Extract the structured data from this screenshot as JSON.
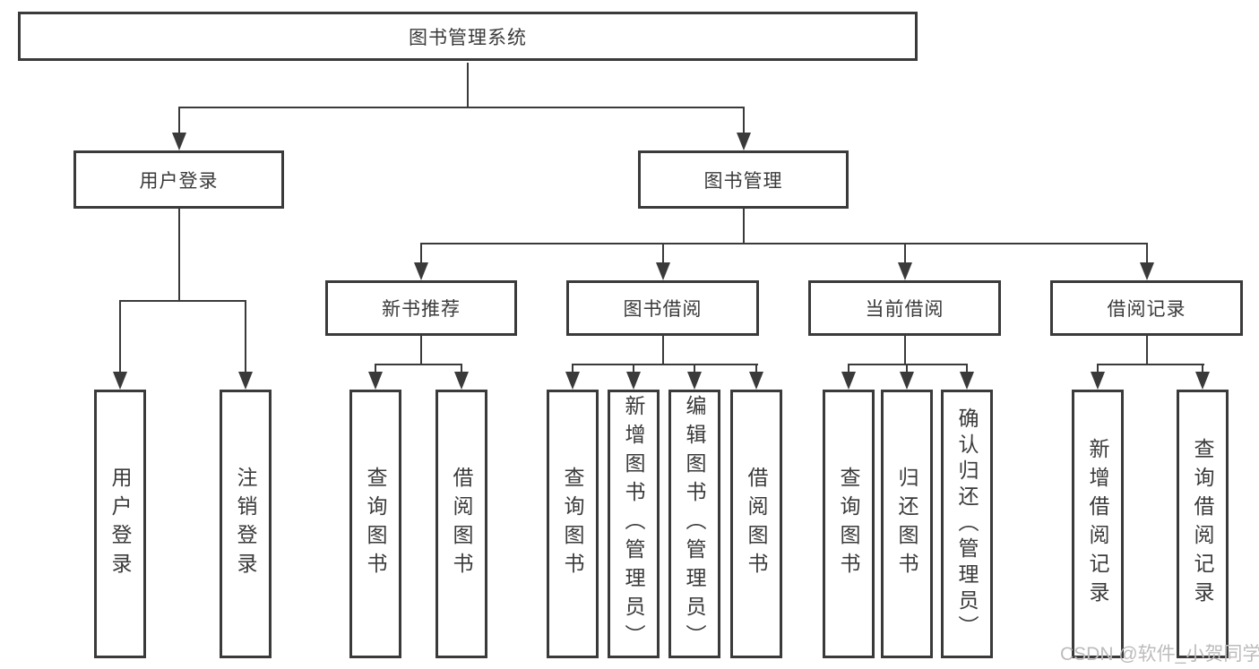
{
  "nodes": {
    "root": {
      "label": "图书管理系统"
    },
    "user_login": {
      "label": "用户登录"
    },
    "book_mgmt": {
      "label": "图书管理"
    },
    "new_book_rec": {
      "label": "新书推荐"
    },
    "book_borrow": {
      "label": "图书借阅"
    },
    "current_borrow": {
      "label": "当前借阅"
    },
    "borrow_records": {
      "label": "借阅记录"
    },
    "leaf_user_login": {
      "label": "用户登录"
    },
    "leaf_logout": {
      "label": "注销登录"
    },
    "leaf_nb_query": {
      "label": "查询图书"
    },
    "leaf_nb_borrow": {
      "label": "借阅图书"
    },
    "leaf_bb_query": {
      "label": "查询图书"
    },
    "leaf_bb_add": {
      "label": "新增图书（管理员）"
    },
    "leaf_bb_edit": {
      "label": "编辑图书（管理员）"
    },
    "leaf_bb_borrow": {
      "label": "借阅图书"
    },
    "leaf_cb_query": {
      "label": "查询图书"
    },
    "leaf_cb_return": {
      "label": "归还图书"
    },
    "leaf_cb_confirm": {
      "label": "确认归还（管理员）"
    },
    "leaf_br_add": {
      "label": "新增借阅记录"
    },
    "leaf_br_query": {
      "label": "查询借阅记录"
    }
  },
  "structure": {
    "图书管理系统": {
      "用户登录": [
        "用户登录",
        "注销登录"
      ],
      "图书管理": {
        "新书推荐": [
          "查询图书",
          "借阅图书"
        ],
        "图书借阅": [
          "查询图书",
          "新增图书（管理员）",
          "编辑图书（管理员）",
          "借阅图书"
        ],
        "当前借阅": [
          "查询图书",
          "归还图书",
          "确认归还（管理员）"
        ],
        "借阅记录": [
          "新增借阅记录",
          "查询借阅记录"
        ]
      }
    }
  },
  "watermark": {
    "text": "CSDN @软件_小贺同学"
  },
  "colors": {
    "line": "#3a3a3a",
    "text": "#3a3a3a",
    "box_background": "#ffffff",
    "watermark": "#bcbcbc"
  }
}
